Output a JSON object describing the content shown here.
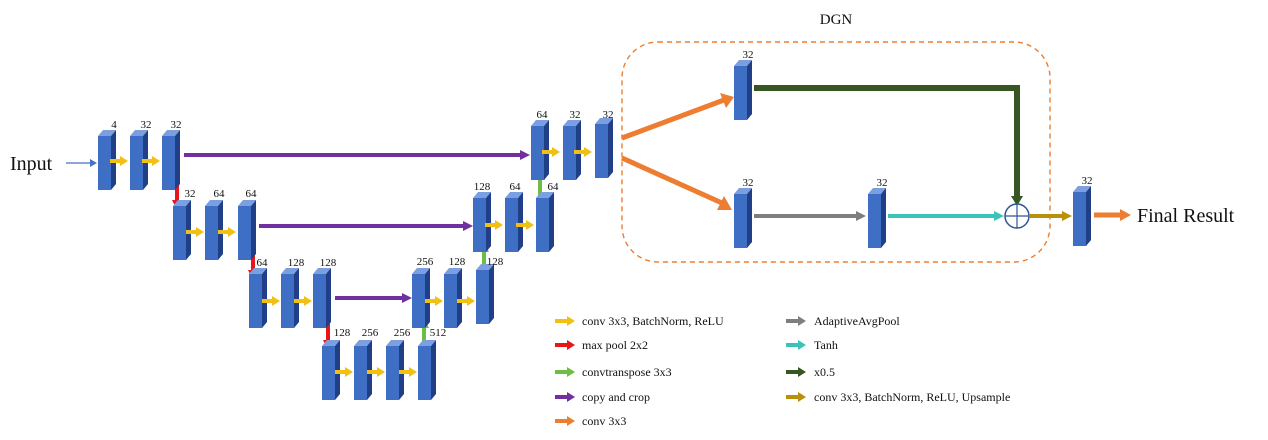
{
  "title": "DGN",
  "input_label": "Input",
  "output_label": "Final Result",
  "colors": {
    "block_face": "#3f6fc4",
    "block_side": "#203f87",
    "block_top": "#7b9fe0",
    "conv_bn_relu": "#f2c012",
    "maxpool": "#e8161b",
    "convtranspose": "#6fbe44",
    "copy_crop": "#7030a0",
    "conv3x3": "#ed7d31",
    "avgpool": "#7f7f7f",
    "tanh": "#3bc3b9",
    "x05": "#375623",
    "upsample": "#b8900c",
    "dgn_box": "#ed7d31"
  },
  "block_labels": {
    "enc1": [
      "4",
      "32",
      "32"
    ],
    "enc2": [
      "32",
      "64",
      "64"
    ],
    "enc3": [
      "64",
      "128",
      "128"
    ],
    "bottom": [
      "128",
      "256",
      "256"
    ],
    "up_bottom": "512",
    "dec3": [
      "256",
      "128",
      "128"
    ],
    "dec2": [
      "128",
      "64",
      "64"
    ],
    "dec1": [
      "64",
      "32",
      "32"
    ],
    "dgn_top": "32",
    "dgn_low": "32",
    "dgn_pool": "32",
    "final": "32"
  },
  "legend": {
    "conv_bn_relu": "conv 3x3, BatchNorm, ReLU",
    "maxpool": "max pool 2x2",
    "convtranspose": "convtranspose 3x3",
    "copy_crop": "copy and crop",
    "conv3x3": "conv 3x3",
    "avgpool": "AdaptiveAvgPool",
    "tanh": "Tanh",
    "x05": "x0.5",
    "upsample": "conv 3x3, BatchNorm, ReLU, Upsample"
  }
}
